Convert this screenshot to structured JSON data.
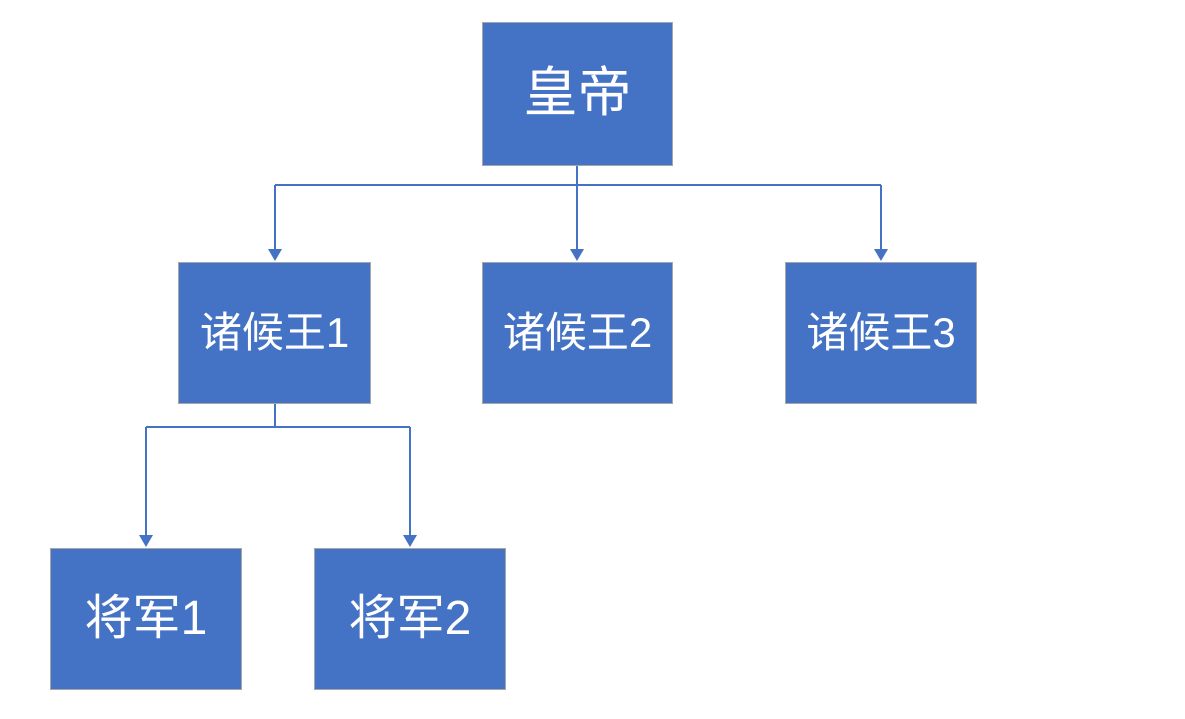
{
  "diagram": {
    "type": "org-chart",
    "colors": {
      "node_fill": "#4472C4",
      "node_border": "#A6A6A6",
      "node_text": "#FFFFFF",
      "connector": "#4472C4",
      "background": "#FFFFFF"
    },
    "nodes": [
      {
        "id": "emperor",
        "label": "皇帝",
        "level": 0,
        "parent": null
      },
      {
        "id": "king1",
        "label": "诸候王1",
        "level": 1,
        "parent": "emperor"
      },
      {
        "id": "king2",
        "label": "诸候王2",
        "level": 1,
        "parent": "emperor"
      },
      {
        "id": "king3",
        "label": "诸候王3",
        "level": 1,
        "parent": "emperor"
      },
      {
        "id": "general1",
        "label": "将军1",
        "level": 2,
        "parent": "king1"
      },
      {
        "id": "general2",
        "label": "将军2",
        "level": 2,
        "parent": "king1"
      }
    ]
  }
}
